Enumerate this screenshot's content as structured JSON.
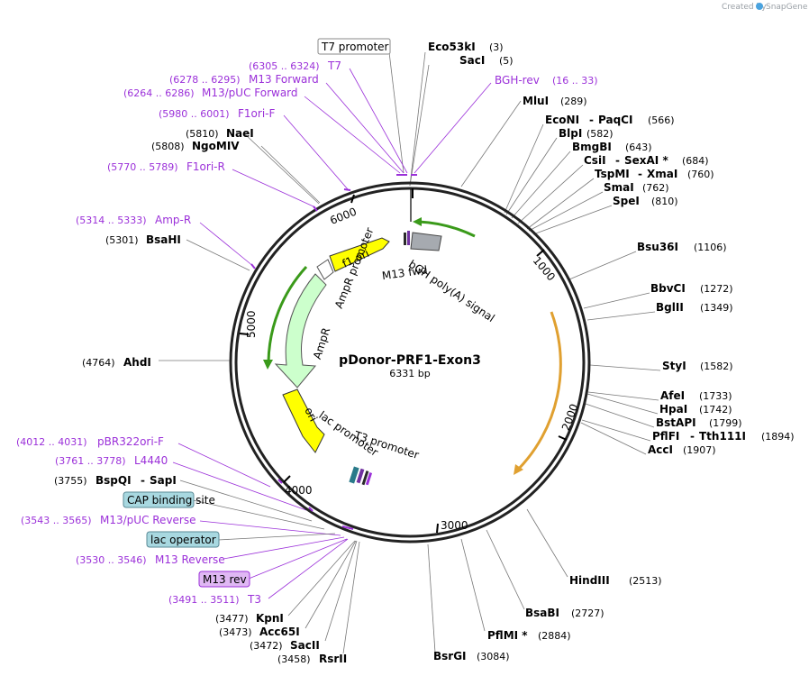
{
  "credit": {
    "prefix": "Created by",
    "brand": "SnapGene"
  },
  "plasmid": {
    "name": "pDonor-PRF1-Exon3",
    "length": "6331 bp"
  },
  "ring_ticks": [
    "1000",
    "2000",
    "3000",
    "4000",
    "5000",
    "6000"
  ],
  "enzymes": [
    {
      "name": "Eco53kI",
      "pos": "(3)"
    },
    {
      "name": "SacI",
      "pos": "(5)"
    },
    {
      "name": "MluI",
      "pos": "(289)"
    },
    {
      "name": "EcoNI",
      "name2": "PaqCI",
      "pos": "(566)"
    },
    {
      "name": "BlpI",
      "pos": "(582)"
    },
    {
      "name": "BmgBI",
      "pos": "(643)"
    },
    {
      "name": "CsiI",
      "name2": "SexAI *",
      "pos": "(684)"
    },
    {
      "name": "TspMI",
      "name2": "XmaI",
      "pos": "(760)"
    },
    {
      "name": "SmaI",
      "pos": "(762)"
    },
    {
      "name": "SpeI",
      "pos": "(810)"
    },
    {
      "name": "Bsu36I",
      "pos": "(1106)"
    },
    {
      "name": "BbvCI",
      "pos": "(1272)"
    },
    {
      "name": "BglII",
      "pos": "(1349)"
    },
    {
      "name": "StyI",
      "pos": "(1582)"
    },
    {
      "name": "AfeI",
      "pos": "(1733)"
    },
    {
      "name": "HpaI",
      "pos": "(1742)"
    },
    {
      "name": "BstAPI",
      "pos": "(1799)"
    },
    {
      "name": "PflFI",
      "name2": "Tth111I",
      "pos": "(1894)"
    },
    {
      "name": "AccI",
      "pos": "(1907)"
    },
    {
      "name": "HindIII",
      "pos": "(2513)"
    },
    {
      "name": "BsaBI",
      "pos": "(2727)"
    },
    {
      "name": "PflMI *",
      "pos": "(2884)"
    },
    {
      "name": "BsrGI",
      "pos": "(3084)"
    },
    {
      "name": "RsrII",
      "pos": "(3458)"
    },
    {
      "name": "SacII",
      "pos": "(3472)"
    },
    {
      "name": "Acc65I",
      "pos": "(3473)"
    },
    {
      "name": "KpnI",
      "pos": "(3477)"
    },
    {
      "name": "BspQI",
      "name2": "SapI",
      "pos": "(3755)"
    },
    {
      "name": "AhdI",
      "pos": "(4764)"
    },
    {
      "name": "BsaHI",
      "pos": "(5301)"
    },
    {
      "name": "NgoMIV",
      "pos": "(5808)"
    },
    {
      "name": "NaeI",
      "pos": "(5810)"
    }
  ],
  "primers": [
    {
      "name": "BGH-rev",
      "range": "(16 .. 33)"
    },
    {
      "name": "T7",
      "range": "(6305 .. 6324)"
    },
    {
      "name": "M13 Forward",
      "range": "(6278 .. 6295)"
    },
    {
      "name": "M13/pUC Forward",
      "range": "(6264 .. 6286)"
    },
    {
      "name": "F1ori-F",
      "range": "(5980 .. 6001)"
    },
    {
      "name": "F1ori-R",
      "range": "(5770 .. 5789)"
    },
    {
      "name": "Amp-R",
      "range": "(5314 .. 5333)"
    },
    {
      "name": "pBR322ori-F",
      "range": "(4012 .. 4031)"
    },
    {
      "name": "L4440",
      "range": "(3761 .. 3778)"
    },
    {
      "name": "M13/pUC Reverse",
      "range": "(3543 .. 3565)"
    },
    {
      "name": "M13 Reverse",
      "range": "(3530 .. 3546)"
    },
    {
      "name": "T3",
      "range": "(3491 .. 3511)"
    }
  ],
  "boxed_features": {
    "t7_promoter": "T7 promoter",
    "cap_binding_site": "CAP binding site",
    "lac_operator": "lac operator",
    "m13_rev": "M13 rev"
  },
  "features": {
    "f1_ori": "f1 ori",
    "ampr_promoter": "AmpR promoter",
    "ampr": "AmpR",
    "ori": "ori",
    "lac_promoter": "lac promoter",
    "t3_promoter": "T3 promoter",
    "bgh_polya": "bGH poly(A) signal",
    "m13_fwd": "M13 fwd"
  },
  "colors": {
    "f1_ori": "#ffff00",
    "ampr": "#ccffcc",
    "ori": "#ffff00",
    "bgh": "#a6aab0",
    "green_arrow": "#3a9a1a",
    "orange_arrow": "#e0a030",
    "primer_purple": "#9b30d9",
    "cap_box": "#a8d8e0",
    "lac_box": "#a8d8e0",
    "m13rev_box": "#e0b8f4"
  }
}
